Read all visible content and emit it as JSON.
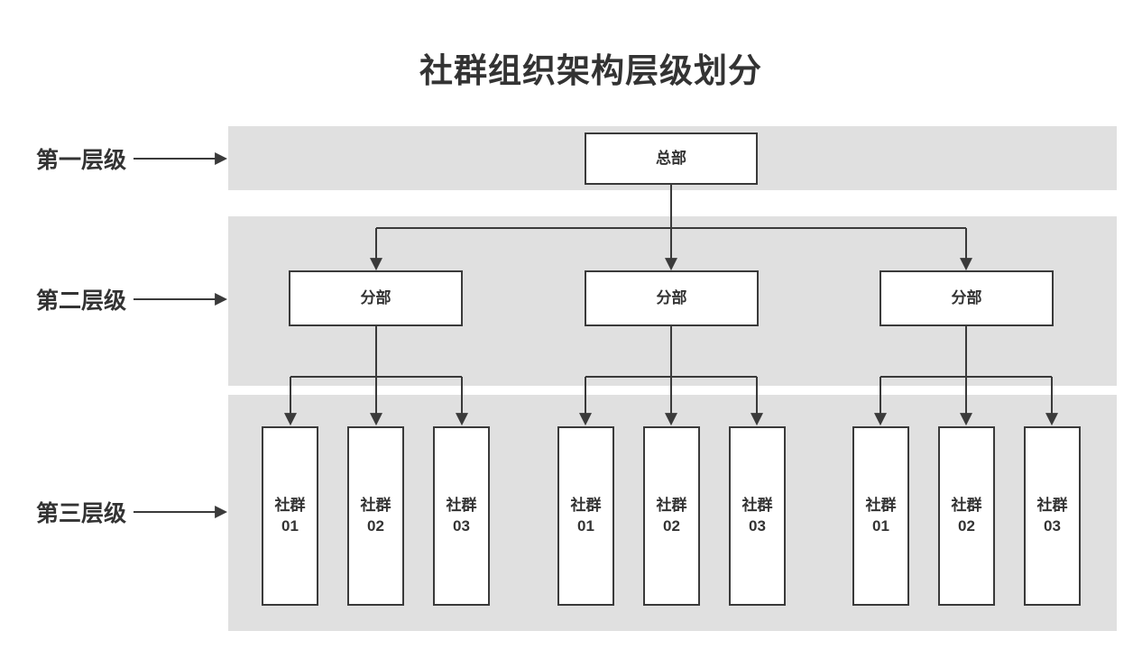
{
  "title": "社群组织架构层级划分",
  "colors": {
    "band_background": "#e0e0e0",
    "line": "#3a3a3a",
    "box_background": "#ffffff",
    "text": "#333333",
    "page_background": "#ffffff"
  },
  "levels": [
    {
      "label": "第一层级",
      "boxes": [
        {
          "label": "总部"
        }
      ]
    },
    {
      "label": "第二层级",
      "boxes": [
        {
          "label": "分部"
        },
        {
          "label": "分部"
        },
        {
          "label": "分部"
        }
      ]
    },
    {
      "label": "第三层级",
      "boxes": [
        {
          "label": "社群",
          "number": "01"
        },
        {
          "label": "社群",
          "number": "02"
        },
        {
          "label": "社群",
          "number": "03"
        },
        {
          "label": "社群",
          "number": "01"
        },
        {
          "label": "社群",
          "number": "02"
        },
        {
          "label": "社群",
          "number": "03"
        },
        {
          "label": "社群",
          "number": "01"
        },
        {
          "label": "社群",
          "number": "02"
        },
        {
          "label": "社群",
          "number": "03"
        }
      ]
    }
  ]
}
